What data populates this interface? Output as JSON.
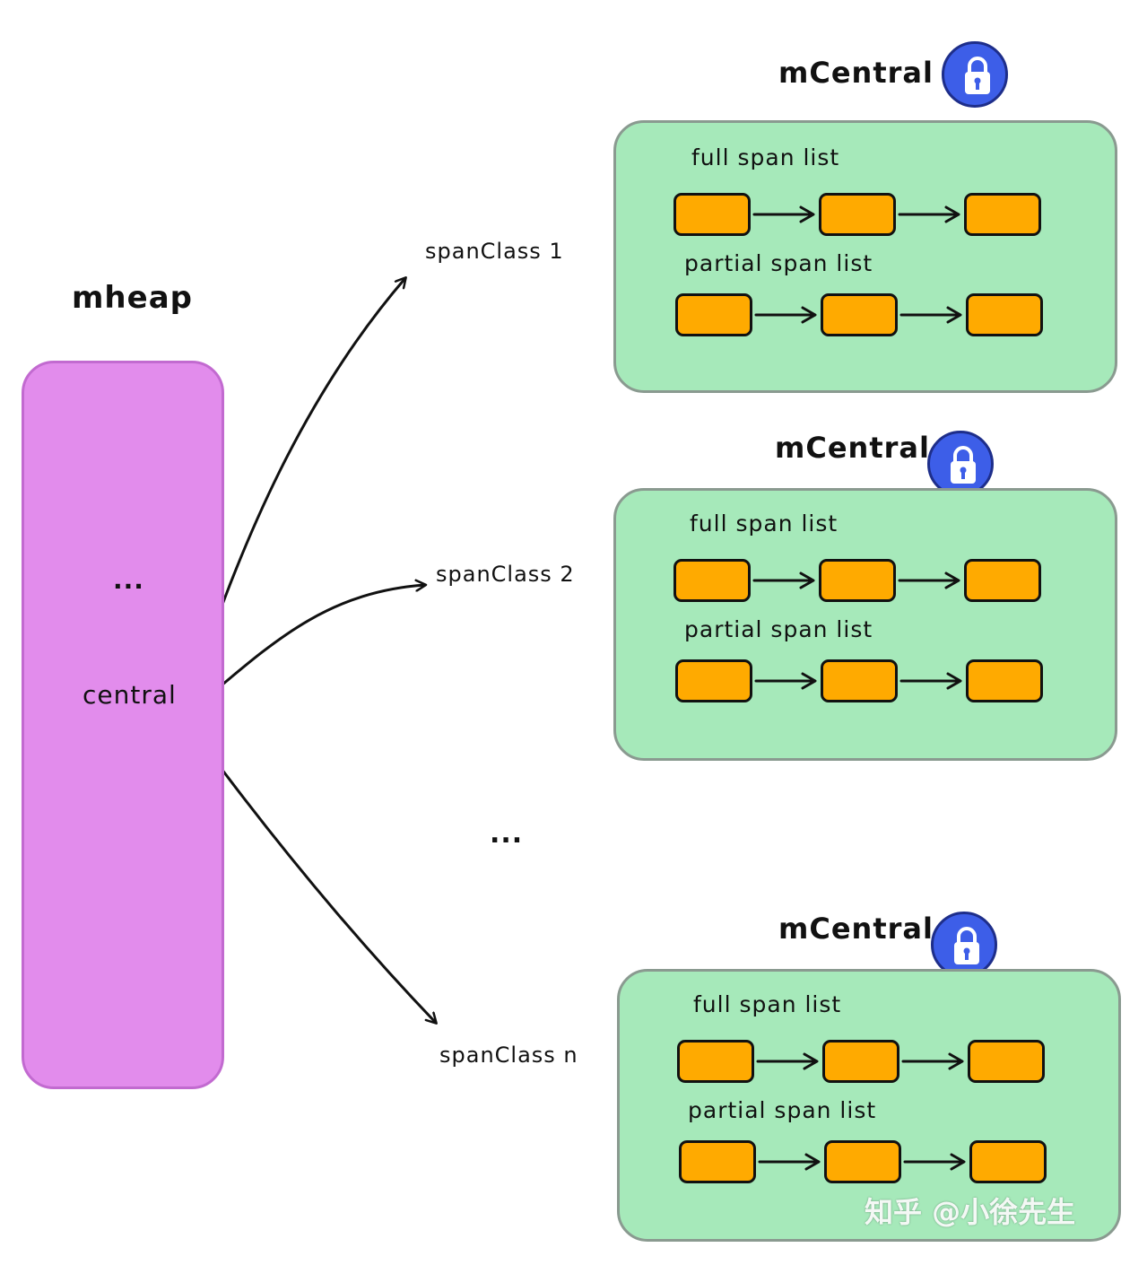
{
  "mheap": {
    "title": "mheap",
    "dots": "...",
    "central": "central"
  },
  "span_classes": [
    "spanClass 1",
    "spanClass 2",
    "spanClass n"
  ],
  "middle_dots": "...",
  "mcentrals": [
    {
      "title": "mCentral",
      "full_label": "full span list",
      "partial_label": "partial span list"
    },
    {
      "title": "mCentral",
      "full_label": "full span list",
      "partial_label": "partial span list"
    },
    {
      "title": "mCentral",
      "full_label": "full span list",
      "partial_label": "partial span list"
    }
  ],
  "lock_icon": "lock-icon",
  "watermark": "知乎 @小徐先生",
  "colors": {
    "mheap_fill": "#e28cec",
    "mcentral_fill": "#a6e9ba",
    "span_fill": "#ffaa00",
    "lock_fill": "#3d5ee8"
  }
}
